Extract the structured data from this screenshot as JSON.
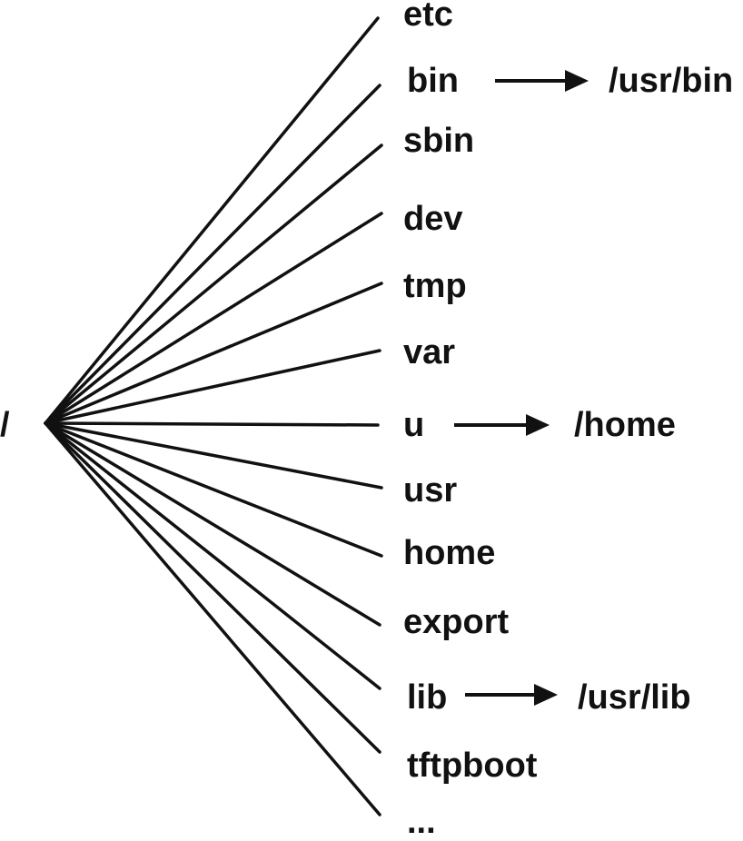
{
  "root": "/",
  "directories": [
    "etc",
    "bin",
    "sbin",
    "dev",
    "tmp",
    "var",
    "u",
    "usr",
    "home",
    "export",
    "lib",
    "tftpboot",
    "..."
  ],
  "links": {
    "bin": "/usr/bin",
    "u": "/home",
    "lib": "/usr/lib"
  },
  "colors": {
    "line": "#111111",
    "text": "#111111",
    "background": "#ffffff"
  }
}
